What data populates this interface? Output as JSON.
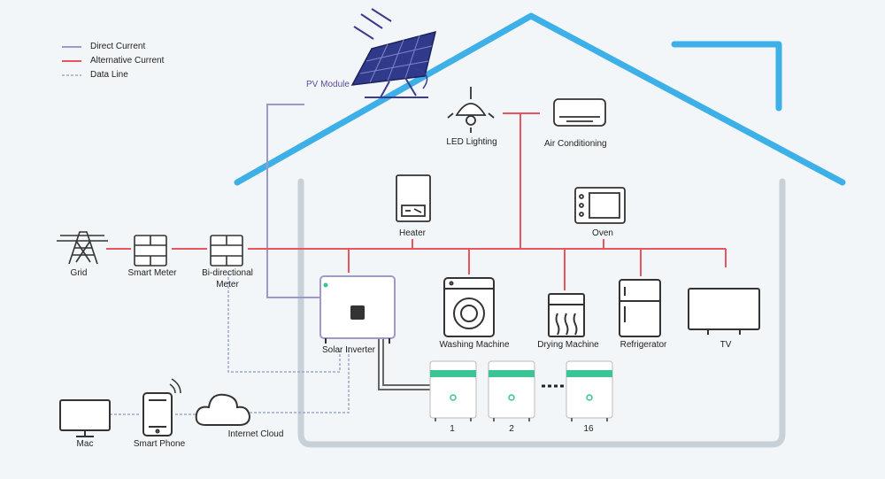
{
  "legend": {
    "dc": "Direct Current",
    "ac": "Alternative Current",
    "data": "Data Line"
  },
  "labels": {
    "pv_module": "PV Module",
    "led": "LED Lighting",
    "ac_unit": "Air Conditioning",
    "heater": "Heater",
    "oven": "Oven",
    "grid": "Grid",
    "smart_meter": "Smart Meter",
    "bidir_1": "Bi-directional",
    "bidir_2": "Meter",
    "inverter": "Solar Inverter",
    "washer": "Washing Machine",
    "dryer": "Drying Machine",
    "fridge": "Refrigerator",
    "tv": "TV",
    "battery_1": "1",
    "battery_2": "2",
    "battery_16": "16",
    "mac": "Mac",
    "phone": "Smart Phone",
    "cloud": "Internet Cloud"
  },
  "colors": {
    "dc": "#9e9ac8",
    "ac": "#e8555e",
    "data": "#9aa9c8",
    "roof": "#3db0e8",
    "wall": "#c8d0d8",
    "battery_band": "#3cc494"
  }
}
